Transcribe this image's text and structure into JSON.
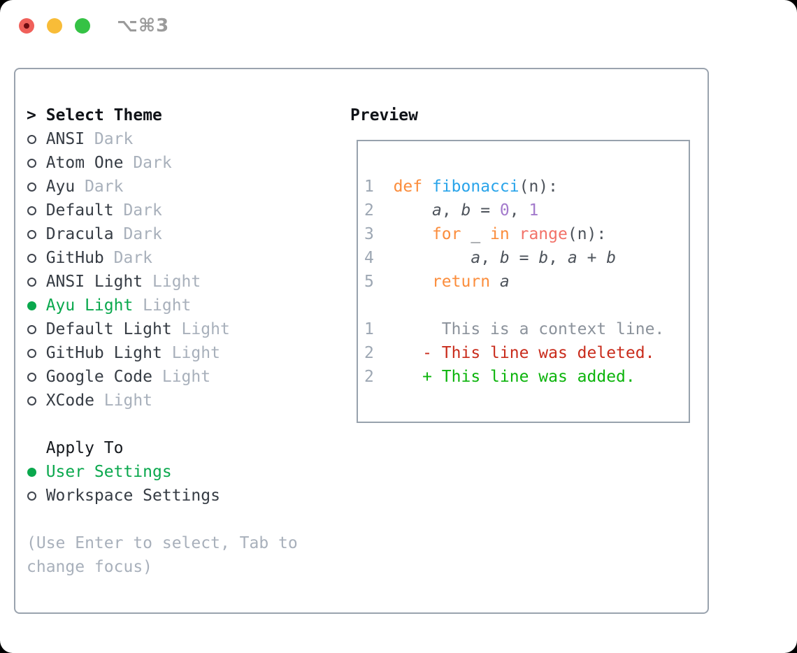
{
  "window": {
    "title": "⌥⌘3"
  },
  "traffic_lights": {
    "close": "#f0605a",
    "minimize": "#f8bc38",
    "zoom": "#35c245"
  },
  "colors": {
    "ui_green": "#0aa84d",
    "added_green": "#0cb40c",
    "deleted_red": "#c92c1c",
    "keyword_orange": "#fb8d3c",
    "function_blue": "#29a4ea",
    "number_purple": "#a37acc",
    "builtin_coral": "#f27168",
    "code_foreground": "#4d535b",
    "line_number_gray": "#9da7b3",
    "muted_gray": "#a8b0bb",
    "panel_border": "#9aa3ae"
  },
  "theme_list": {
    "header_prefix": ">",
    "header": "Select Theme",
    "items": [
      {
        "name": "ANSI",
        "variant": "Dark",
        "selected": false
      },
      {
        "name": "Atom One",
        "variant": "Dark",
        "selected": false
      },
      {
        "name": "Ayu",
        "variant": "Dark",
        "selected": false
      },
      {
        "name": "Default",
        "variant": "Dark",
        "selected": false
      },
      {
        "name": "Dracula",
        "variant": "Dark",
        "selected": false
      },
      {
        "name": "GitHub",
        "variant": "Dark",
        "selected": false
      },
      {
        "name": "ANSI Light",
        "variant": "Light",
        "selected": false
      },
      {
        "name": "Ayu Light",
        "variant": "Light",
        "selected": true
      },
      {
        "name": "Default Light",
        "variant": "Light",
        "selected": false
      },
      {
        "name": "GitHub Light",
        "variant": "Light",
        "selected": false
      },
      {
        "name": "Google Code",
        "variant": "Light",
        "selected": false
      },
      {
        "name": "XCode",
        "variant": "Light",
        "selected": false
      }
    ]
  },
  "apply_to": {
    "header": "Apply To",
    "options": [
      {
        "name": "User Settings",
        "selected": true
      },
      {
        "name": "Workspace Settings",
        "selected": false
      }
    ]
  },
  "hint": {
    "line1": "(Use Enter to select, Tab to",
    "line2": "change focus)"
  },
  "preview": {
    "header": "Preview",
    "lines": [
      {
        "num": "1",
        "indent": "  ",
        "tokens": [
          [
            "kw",
            "def"
          ],
          [
            "plain",
            " "
          ],
          [
            "fn",
            "fibonacci"
          ],
          [
            "plain",
            "(n):"
          ]
        ]
      },
      {
        "num": "2",
        "indent": "      ",
        "tokens": [
          [
            "var",
            "a"
          ],
          [
            "plain",
            ", "
          ],
          [
            "var",
            "b"
          ],
          [
            "plain",
            " = "
          ],
          [
            "num",
            "0"
          ],
          [
            "plain",
            ", "
          ],
          [
            "num",
            "1"
          ]
        ]
      },
      {
        "num": "3",
        "indent": "      ",
        "tokens": [
          [
            "kw",
            "for"
          ],
          [
            "plain",
            " _ "
          ],
          [
            "kw",
            "in"
          ],
          [
            "plain",
            " "
          ],
          [
            "rng",
            "range"
          ],
          [
            "plain",
            "(n):"
          ]
        ]
      },
      {
        "num": "4",
        "indent": "          ",
        "tokens": [
          [
            "var",
            "a"
          ],
          [
            "plain",
            ", "
          ],
          [
            "var",
            "b"
          ],
          [
            "plain",
            " = "
          ],
          [
            "var",
            "b"
          ],
          [
            "plain",
            ", "
          ],
          [
            "var",
            "a"
          ],
          [
            "plain",
            " + "
          ],
          [
            "var",
            "b"
          ]
        ]
      },
      {
        "num": "5",
        "indent": "      ",
        "tokens": [
          [
            "kw",
            "return"
          ],
          [
            "plain",
            " "
          ],
          [
            "var",
            "a"
          ]
        ]
      },
      {
        "blank": true
      },
      {
        "num": "1",
        "indent": "       ",
        "tokens": [
          [
            "ctx",
            "This is a context line."
          ]
        ]
      },
      {
        "num": "2",
        "indent": "     ",
        "tokens": [
          [
            "del",
            "- This line was deleted."
          ]
        ]
      },
      {
        "num": "2",
        "indent": "     ",
        "tokens": [
          [
            "add",
            "+ This line was added."
          ]
        ]
      }
    ]
  }
}
